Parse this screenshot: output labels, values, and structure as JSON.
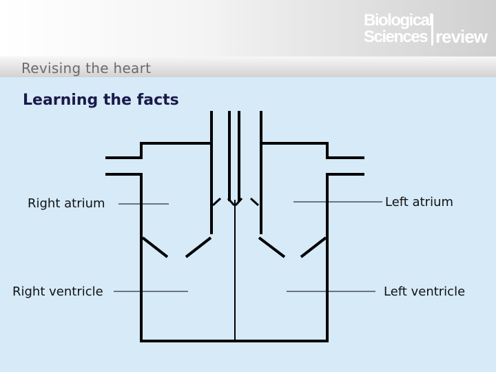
{
  "header": {
    "logo": {
      "line1": "Biological",
      "line2": "Sciences",
      "line3": "review"
    },
    "subtitle": "Revising the heart"
  },
  "slide": {
    "title": "Learning the facts"
  },
  "labels": {
    "right_atrium": "Right atrium",
    "right_ventricle": "Right ventricle",
    "left_atrium": "Left atrium",
    "left_ventricle": "Left ventricle"
  },
  "colors": {
    "background": "#d6eaf8",
    "outline": "#000000",
    "title": "#1a1a4a",
    "logo_text": "#ffffff"
  }
}
